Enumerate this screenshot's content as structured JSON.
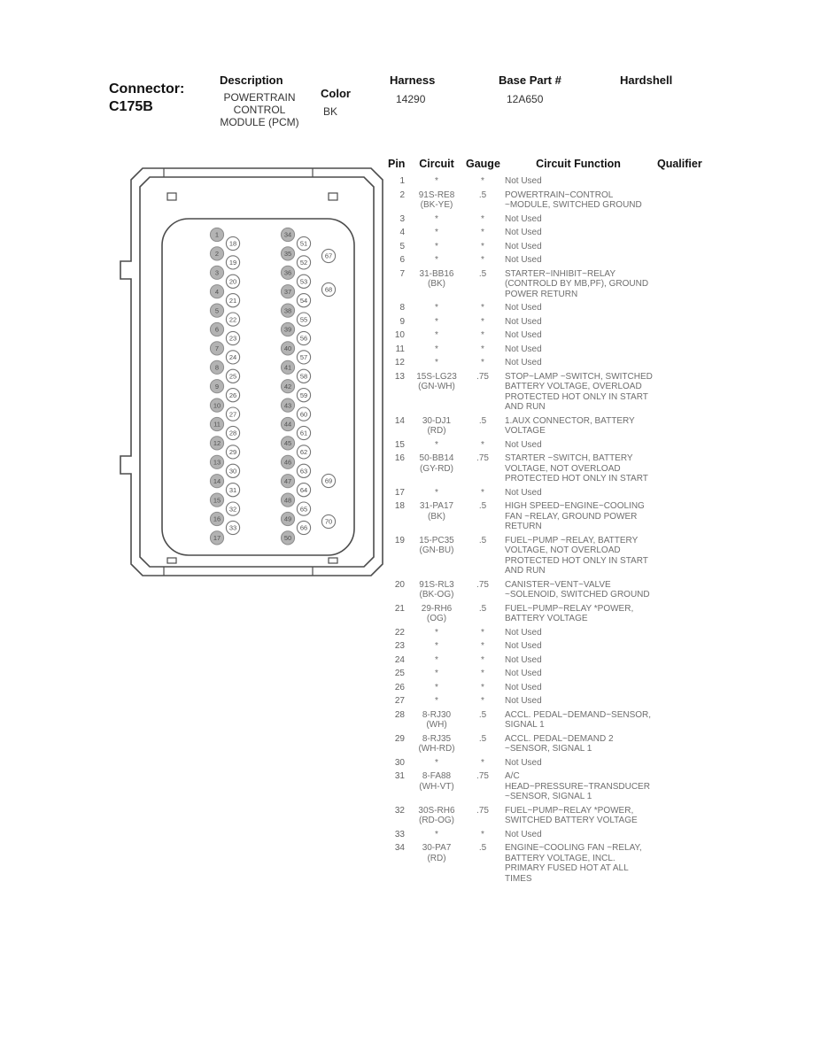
{
  "title": {
    "label": "Connector:",
    "id": "C175B"
  },
  "header": {
    "description_label": "Description",
    "description_value": "POWERTRAIN CONTROL MODULE (PCM)",
    "color_label": "Color",
    "color_value": "BK",
    "harness_label": "Harness",
    "harness_value": "14290",
    "base_part_label": "Base Part #",
    "base_part_value": "12A650",
    "hardshell_label": "Hardshell",
    "hardshell_value": ""
  },
  "table": {
    "columns": [
      "Pin",
      "Circuit",
      "Gauge",
      "Circuit Function",
      "Qualifier"
    ],
    "rows": [
      {
        "pin": "1",
        "circuit": "*",
        "color": "",
        "gauge": "*",
        "func": "Not Used",
        "qual": ""
      },
      {
        "pin": "2",
        "circuit": "91S-RE8",
        "color": "(BK-YE)",
        "gauge": ".5",
        "func": "POWERTRAIN~CONTROL ~MODULE, SWITCHED GROUND",
        "qual": ""
      },
      {
        "pin": "3",
        "circuit": "*",
        "color": "",
        "gauge": "*",
        "func": "Not Used",
        "qual": ""
      },
      {
        "pin": "4",
        "circuit": "*",
        "color": "",
        "gauge": "*",
        "func": "Not Used",
        "qual": ""
      },
      {
        "pin": "5",
        "circuit": "*",
        "color": "",
        "gauge": "*",
        "func": "Not Used",
        "qual": ""
      },
      {
        "pin": "6",
        "circuit": "*",
        "color": "",
        "gauge": "*",
        "func": "Not Used",
        "qual": ""
      },
      {
        "pin": "7",
        "circuit": "31-BB16",
        "color": "(BK)",
        "gauge": ".5",
        "func": "STARTER~INHIBIT~RELAY (CONTROLD BY MB,PF), GROUND POWER RETURN",
        "qual": ""
      },
      {
        "pin": "8",
        "circuit": "*",
        "color": "",
        "gauge": "*",
        "func": "Not Used",
        "qual": ""
      },
      {
        "pin": "9",
        "circuit": "*",
        "color": "",
        "gauge": "*",
        "func": "Not Used",
        "qual": ""
      },
      {
        "pin": "10",
        "circuit": "*",
        "color": "",
        "gauge": "*",
        "func": "Not Used",
        "qual": ""
      },
      {
        "pin": "11",
        "circuit": "*",
        "color": "",
        "gauge": "*",
        "func": "Not Used",
        "qual": ""
      },
      {
        "pin": "12",
        "circuit": "*",
        "color": "",
        "gauge": "*",
        "func": "Not Used",
        "qual": ""
      },
      {
        "pin": "13",
        "circuit": "15S-LG23",
        "color": "(GN-WH)",
        "gauge": ".75",
        "func": "STOP~LAMP ~SWITCH, SWITCHED BATTERY VOLTAGE, OVERLOAD PROTECTED HOT ONLY IN START AND RUN",
        "qual": ""
      },
      {
        "pin": "14",
        "circuit": "30-DJ1",
        "color": "(RD)",
        "gauge": ".5",
        "func": "1.AUX CONNECTOR, BATTERY VOLTAGE",
        "qual": ""
      },
      {
        "pin": "15",
        "circuit": "*",
        "color": "",
        "gauge": "*",
        "func": "Not Used",
        "qual": ""
      },
      {
        "pin": "16",
        "circuit": "50-BB14",
        "color": "(GY-RD)",
        "gauge": ".75",
        "func": "STARTER ~SWITCH, BATTERY VOLTAGE, NOT OVERLOAD PROTECTED HOT ONLY IN START",
        "qual": ""
      },
      {
        "pin": "17",
        "circuit": "*",
        "color": "",
        "gauge": "*",
        "func": "Not Used",
        "qual": ""
      },
      {
        "pin": "18",
        "circuit": "31-PA17",
        "color": "(BK)",
        "gauge": ".5",
        "func": "HIGH SPEED~ENGINE~COOLING FAN ~RELAY, GROUND POWER RETURN",
        "qual": ""
      },
      {
        "pin": "19",
        "circuit": "15-PC35",
        "color": "(GN-BU)",
        "gauge": ".5",
        "func": "FUEL~PUMP ~RELAY, BATTERY VOLTAGE, NOT OVERLOAD PROTECTED HOT ONLY IN START AND RUN",
        "qual": ""
      },
      {
        "pin": "20",
        "circuit": "91S-RL3",
        "color": "(BK-OG)",
        "gauge": ".75",
        "func": "CANISTER~VENT~VALVE ~SOLENOID, SWITCHED GROUND",
        "qual": ""
      },
      {
        "pin": "21",
        "circuit": "29-RH6",
        "color": "(OG)",
        "gauge": ".5",
        "func": "FUEL~PUMP~RELAY *POWER, BATTERY VOLTAGE",
        "qual": ""
      },
      {
        "pin": "22",
        "circuit": "*",
        "color": "",
        "gauge": "*",
        "func": "Not Used",
        "qual": ""
      },
      {
        "pin": "23",
        "circuit": "*",
        "color": "",
        "gauge": "*",
        "func": "Not Used",
        "qual": ""
      },
      {
        "pin": "24",
        "circuit": "*",
        "color": "",
        "gauge": "*",
        "func": "Not Used",
        "qual": ""
      },
      {
        "pin": "25",
        "circuit": "*",
        "color": "",
        "gauge": "*",
        "func": "Not Used",
        "qual": ""
      },
      {
        "pin": "26",
        "circuit": "*",
        "color": "",
        "gauge": "*",
        "func": "Not Used",
        "qual": ""
      },
      {
        "pin": "27",
        "circuit": "*",
        "color": "",
        "gauge": "*",
        "func": "Not Used",
        "qual": ""
      },
      {
        "pin": "28",
        "circuit": "8-RJ30",
        "color": "(WH)",
        "gauge": ".5",
        "func": "ACCL. PEDAL~DEMAND~SENSOR, SIGNAL 1",
        "qual": ""
      },
      {
        "pin": "29",
        "circuit": "8-RJ35",
        "color": "(WH-RD)",
        "gauge": ".5",
        "func": "ACCL. PEDAL~DEMAND 2 ~SENSOR, SIGNAL 1",
        "qual": ""
      },
      {
        "pin": "30",
        "circuit": "*",
        "color": "",
        "gauge": "*",
        "func": "Not Used",
        "qual": ""
      },
      {
        "pin": "31",
        "circuit": "8-FA88",
        "color": "(WH-VT)",
        "gauge": ".75",
        "func": "A/C HEAD~PRESSURE~TRANSDUCER ~SENSOR, SIGNAL 1",
        "qual": ""
      },
      {
        "pin": "32",
        "circuit": "30S-RH6",
        "color": "(RD-OG)",
        "gauge": ".75",
        "func": "FUEL~PUMP~RELAY *POWER, SWITCHED BATTERY VOLTAGE",
        "qual": ""
      },
      {
        "pin": "33",
        "circuit": "*",
        "color": "",
        "gauge": "*",
        "func": "Not Used",
        "qual": ""
      },
      {
        "pin": "34",
        "circuit": "30-PA7",
        "color": "(RD)",
        "gauge": ".5",
        "func": "ENGINE~COOLING FAN ~RELAY, BATTERY VOLTAGE, INCL. PRIMARY FUSED HOT AT ALL TIMES",
        "qual": ""
      }
    ]
  },
  "connector": {
    "gray_left": [
      "1",
      "2",
      "3",
      "4",
      "5",
      "6",
      "7",
      "8",
      "9",
      "10",
      "11",
      "12",
      "13",
      "14",
      "15",
      "16",
      "17"
    ],
    "white_left": [
      "18",
      "19",
      "20",
      "21",
      "22",
      "23",
      "24",
      "25",
      "26",
      "27",
      "28",
      "29",
      "30",
      "31",
      "32",
      "33"
    ],
    "gray_mid": [
      "34",
      "35",
      "36",
      "37",
      "38",
      "39",
      "40",
      "41",
      "42",
      "43",
      "44",
      "45",
      "46",
      "47",
      "48",
      "49",
      "50"
    ],
    "white_mid": [
      "51",
      "52",
      "53",
      "54",
      "55",
      "56",
      "57",
      "58",
      "59",
      "60",
      "61",
      "62",
      "63",
      "64",
      "65",
      "66"
    ],
    "singles": [
      "67",
      "68",
      "69",
      "70"
    ]
  }
}
